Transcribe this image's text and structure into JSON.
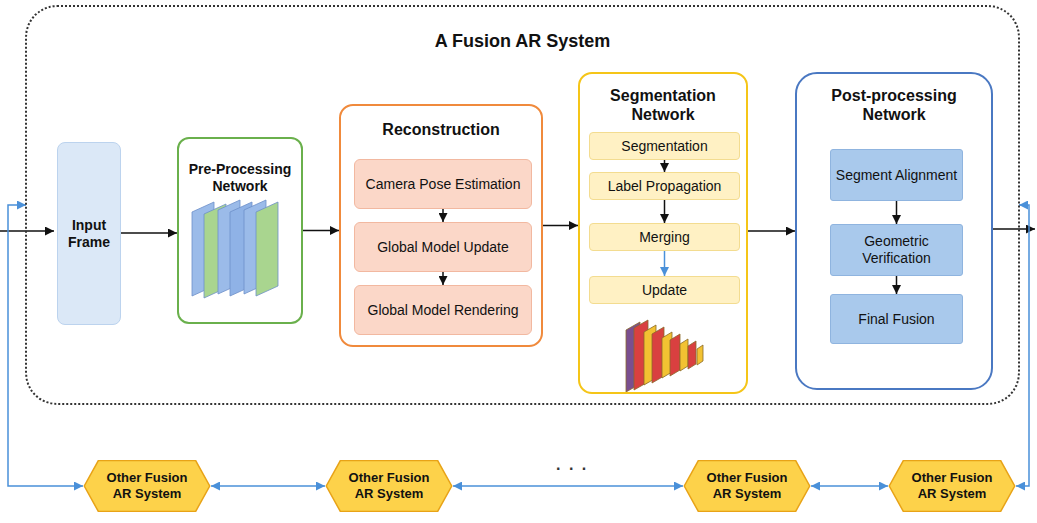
{
  "diagram": {
    "nodes": [
      {
        "text": [
          "A Fusion AR System"
        ]
      },
      {
        "text": [
          "Input Frame"
        ],
        "in": 0
      },
      {
        "text": [
          "Pre-Processing Network"
        ],
        "in": 0
      },
      {
        "text": [
          "Reconstruction"
        ],
        "in": 0
      },
      {
        "text": [
          "Camera Pose Estimation"
        ],
        "in": 3
      },
      {
        "text": [
          "Global Model Update"
        ],
        "in": 3
      },
      {
        "text": [
          "Global Model Rendering"
        ],
        "in": 3
      },
      {
        "text": [
          "Segmentation Network"
        ],
        "in": 0
      },
      {
        "text": [
          "Segmentation"
        ],
        "in": 7
      },
      {
        "text": [
          "Label Propagation"
        ],
        "in": 7
      },
      {
        "text": [
          "Merging"
        ],
        "in": 7
      },
      {
        "text": [
          "Update"
        ],
        "in": 7
      },
      {
        "text": [
          "Post-processing Network"
        ],
        "in": 0
      },
      {
        "text": [
          "Segment Alignment"
        ],
        "in": 12
      },
      {
        "text": [
          "Geometric Verification"
        ],
        "in": 12
      },
      {
        "text": [
          "Final Fusion"
        ],
        "in": 12
      },
      {
        "text": [
          "Other Fusion AR System"
        ]
      },
      {
        "text": [
          "Other Fusion AR System"
        ]
      },
      {
        "text": [
          "Other Fusion AR System"
        ]
      },
      {
        "text": [
          "Other Fusion AR System"
        ]
      }
    ],
    "edges": [
      {
        "from": 1,
        "to": 2,
        "arrow": "to"
      },
      {
        "from": 2,
        "to": 3,
        "arrow": "to"
      },
      {
        "from": 3,
        "to": 7,
        "arrow": "to"
      },
      {
        "from": 7,
        "to": 12,
        "arrow": "to"
      },
      {
        "from": 4,
        "to": 5,
        "arrow": "to"
      },
      {
        "from": 5,
        "to": 6,
        "arrow": "to"
      },
      {
        "from": 8,
        "to": 9,
        "arrow": "to"
      },
      {
        "from": 9,
        "to": 10,
        "arrow": "to"
      },
      {
        "from": 10,
        "to": 11,
        "arrow": "to"
      },
      {
        "from": 13,
        "to": 14,
        "arrow": "to"
      },
      {
        "from": 14,
        "to": 15,
        "arrow": "to"
      },
      {
        "from": 0,
        "to": 16,
        "arrow": "both"
      },
      {
        "from": 0,
        "to": 19,
        "arrow": "both"
      },
      {
        "from": 16,
        "to": 17,
        "arrow": "both"
      },
      {
        "from": 17,
        "to": 18,
        "arrow": "both"
      },
      {
        "from": 18,
        "to": 19,
        "arrow": "both"
      }
    ],
    "labels": [
      ". . ."
    ]
  }
}
